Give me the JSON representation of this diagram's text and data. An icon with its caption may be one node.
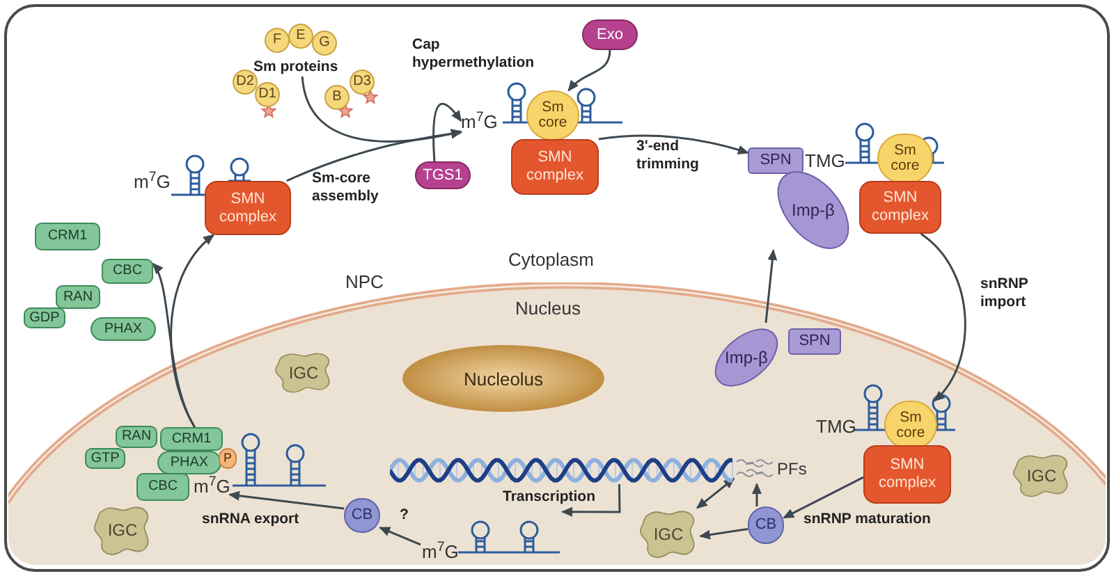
{
  "diagram": {
    "nodes": [
      {
        "text": [
          "F"
        ]
      },
      {
        "text": [
          "E"
        ]
      },
      {
        "text": [
          "G"
        ]
      },
      {
        "text": [
          "Sm proteins"
        ]
      },
      {
        "text": [
          "D2"
        ]
      },
      {
        "text": [
          "D1"
        ]
      },
      {
        "text": [
          "B"
        ]
      },
      {
        "text": [
          "D3"
        ]
      },
      {
        "text": [
          "m$^{7}$G"
        ]
      },
      {
        "text": [
          "Exo"
        ]
      },
      {
        "text": [
          "Sm core"
        ]
      },
      {
        "text": [
          "SMN complex"
        ]
      },
      {
        "text": [
          "TGS1"
        ]
      },
      {
        "text": [
          "SMN complex"
        ]
      },
      {
        "text": [
          "SPN"
        ]
      },
      {
        "text": [
          "Sm core"
        ]
      },
      {
        "text": [
          "Imp-β"
        ]
      },
      {
        "text": [
          "SMN complex"
        ]
      },
      {
        "text": [
          "CRM1"
        ]
      },
      {
        "text": [
          "CBC"
        ]
      },
      {
        "text": [
          "RAN"
        ]
      },
      {
        "text": [
          "GDP"
        ]
      },
      {
        "text": [
          "PHAX"
        ]
      },
      {
        "text": [
          "Nucleus"
        ]
      },
      {
        "text": [
          "Imp-β"
        ],
        "in": 23
      },
      {
        "text": [
          "SPN"
        ],
        "in": 23
      },
      {
        "text": [
          "IGC"
        ],
        "in": 23
      },
      {
        "text": [
          "Nucleolus"
        ],
        "in": 23
      },
      {
        "text": [
          "Sm core"
        ],
        "in": 23
      },
      {
        "text": [
          "RAN"
        ],
        "in": 23
      },
      {
        "text": [
          "CRM1"
        ],
        "in": 23
      },
      {
        "text": [
          "GTP"
        ],
        "in": 23
      },
      {
        "text": [
          "PHAX"
        ],
        "in": 23
      },
      {
        "text": [
          "P"
        ],
        "in": 23
      },
      {
        "text": [
          "SMN complex"
        ],
        "in": 23
      },
      {
        "text": [],
        "shape": "picture",
        "in": 23
      },
      {
        "text": [
          "PFs"
        ],
        "in": 23
      },
      {
        "text": [
          "IGC"
        ],
        "in": 23
      },
      {
        "text": [
          "CBC"
        ],
        "in": 23
      },
      {
        "text": [
          "m$^{7}$G"
        ],
        "in": 23
      },
      {
        "text": [
          "CB"
        ],
        "in": 23
      },
      {
        "text": [
          "IGC"
        ],
        "in": 23
      },
      {
        "text": [
          "IGC"
        ],
        "in": 23
      },
      {
        "text": [
          "CB"
        ],
        "in": 23
      },
      {
        "text": [
          "m$^{7}$G"
        ],
        "in": 23
      }
    ],
    "edges": [
      {
        "from": 13,
        "to": 8,
        "arrow": "to",
        "label": "Sm-core assembly"
      },
      {
        "from": 3,
        "to": 8,
        "arrow": "to"
      },
      {
        "from": 12,
        "to": 8,
        "arrow": "to",
        "label": "Cap hypermethylation"
      },
      {
        "from": 9,
        "to": 10,
        "arrow": "to"
      },
      {
        "from": 11,
        "to": 14,
        "arrow": "to",
        "label": "3'-end trimming"
      },
      {
        "from": 17,
        "to": 28,
        "arrow": "to",
        "label": "snRNP import"
      },
      {
        "from": 24,
        "to": 16,
        "arrow": "to"
      },
      {
        "from": 34,
        "to": 43,
        "arrow": "to",
        "label": "snRNP maturation"
      },
      {
        "from": 43,
        "to": 36,
        "arrow": "to"
      },
      {
        "from": 43,
        "to": 42,
        "arrow": "to"
      },
      {
        "from": 36,
        "to": 42,
        "arrow": "both"
      },
      {
        "from": 35,
        "to": 44,
        "arrow": "to",
        "label": "Transcription"
      },
      {
        "from": 44,
        "to": 40,
        "arrow": "to",
        "label": "?"
      },
      {
        "from": 40,
        "to": 39,
        "arrow": "to"
      },
      {
        "from": 30,
        "to": 13,
        "arrow": "to"
      },
      {
        "from": 30,
        "to": 19,
        "arrow": "to"
      }
    ],
    "labels": [
      "TMG",
      "m$^{7}$G",
      "Cytoplasm",
      "NPC",
      "TMG",
      "snRNA export"
    ]
  }
}
